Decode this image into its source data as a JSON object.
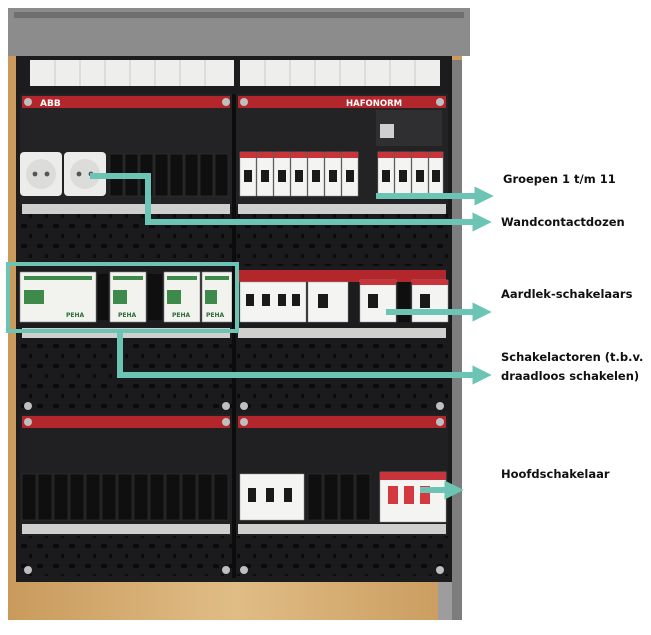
{
  "panel": {
    "brand_left": "ABB",
    "brand_right": "HAFONORM",
    "module_brand": "PEHA"
  },
  "labels": {
    "groups": "Groepen 1 t/m 11",
    "sockets": "Wandcontactdozen",
    "rcd": "Aardlek-schakelaars",
    "actuators_line1": "Schakelactoren (t.b.v.",
    "actuators_line2": "draadloos schakelen)",
    "main_switch": "Hoofdschakelaar"
  },
  "colors": {
    "arrow": "#6cc5b4",
    "panel_black": "#1d1d1f",
    "panel_red": "#b3272c",
    "wood": "#d9b27a",
    "background": "#ffffff"
  }
}
